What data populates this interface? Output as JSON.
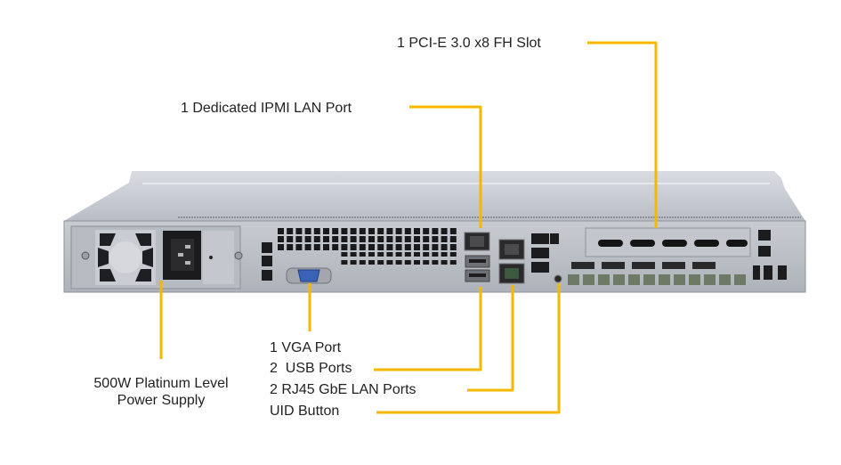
{
  "diagram": {
    "subject": "1U server rear panel",
    "line_color": "#f5b800",
    "callouts": {
      "pcie": "1 PCI-E 3.0 x8 FH Slot",
      "ipmi": "1 Dedicated IPMI LAN Port",
      "psu_line1": "500W Platinum Level",
      "psu_line2": "Power Supply",
      "vga": "1 VGA Port",
      "usb": "2  USB Ports",
      "lan": "2 RJ45 GbE LAN Ports",
      "uid": "UID Button"
    }
  }
}
